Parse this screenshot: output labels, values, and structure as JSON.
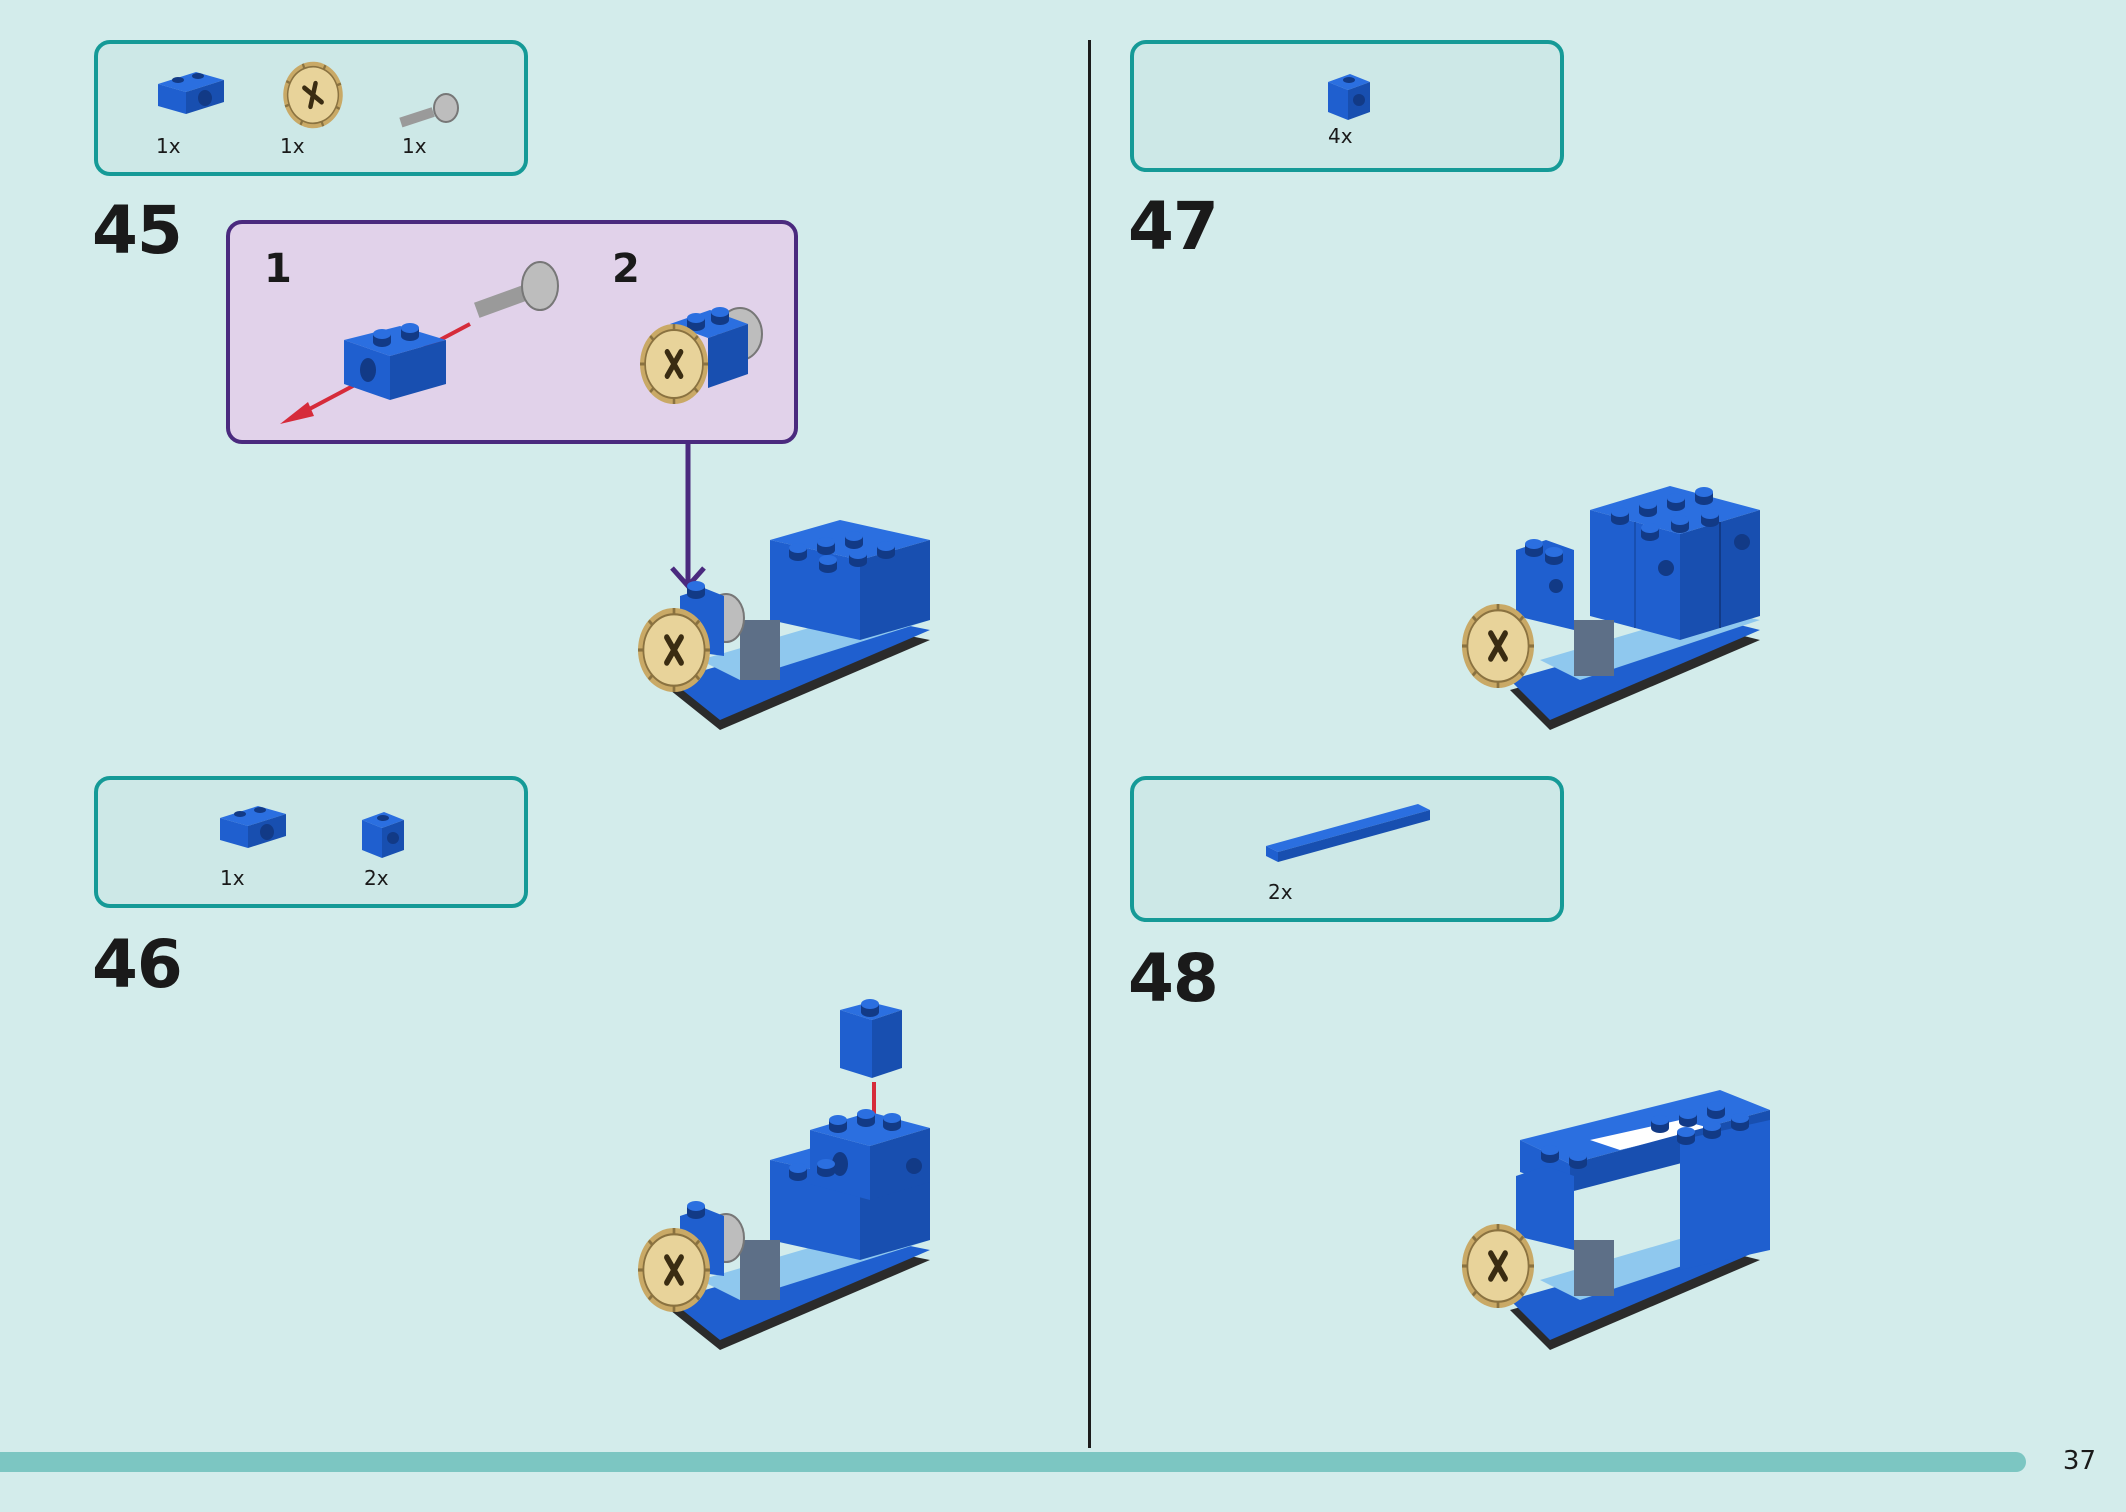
{
  "steps": [
    {
      "number": "45",
      "parts": [
        {
          "icon": "technic-brick-1x2-blue-icon",
          "qty": "1x"
        },
        {
          "icon": "gear-tan-icon",
          "qty": "1x"
        },
        {
          "icon": "axle-pin-gray-icon",
          "qty": "1x"
        }
      ],
      "substeps": [
        "1",
        "2"
      ]
    },
    {
      "number": "46",
      "parts": [
        {
          "icon": "technic-brick-1x2-blue-icon",
          "qty": "1x"
        },
        {
          "icon": "brick-1x1-side-stud-blue-icon",
          "qty": "2x"
        }
      ]
    },
    {
      "number": "47",
      "parts": [
        {
          "icon": "brick-1x1-side-stud-blue-icon",
          "qty": "4x"
        }
      ]
    },
    {
      "number": "48",
      "parts": [
        {
          "icon": "plate-long-blue-icon",
          "qty": "2x"
        }
      ]
    }
  ],
  "page_number": "37",
  "colors": {
    "background": "#d3eceb",
    "parts_box_border": "#159a97",
    "substep_box_border": "#4a2a7e",
    "substep_box_fill": "#e1d2ea",
    "brick_blue": "#1f5fcf",
    "gear_tan": "#e8d39a",
    "arrow_red": "#d62b3a",
    "progress_bar": "#7cc6c2"
  }
}
